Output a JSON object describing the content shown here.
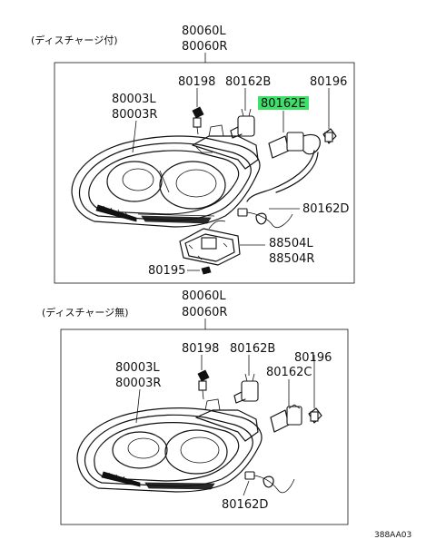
{
  "upper": {
    "variant": "(ディスチャージ付)",
    "assembly_l": "80060L",
    "assembly_r": "80060R",
    "housing_l": "80003L",
    "housing_r": "80003R",
    "screw": "80198",
    "socket_b": "80162B",
    "socket_e": "80162E",
    "cap": "80196",
    "socket_d": "80162D",
    "ballast_l": "88504L",
    "ballast_r": "88504R",
    "nut": "80195",
    "highlight_color": "#3ee06a"
  },
  "lower": {
    "variant": "(ディスチャージ無)",
    "assembly_l": "80060L",
    "assembly_r": "80060R",
    "housing_l": "80003L",
    "housing_r": "80003R",
    "screw": "80198",
    "socket_b": "80162B",
    "socket_c": "80162C",
    "cap": "80196",
    "socket_d": "80162D"
  },
  "diagram_code": "388AA03"
}
